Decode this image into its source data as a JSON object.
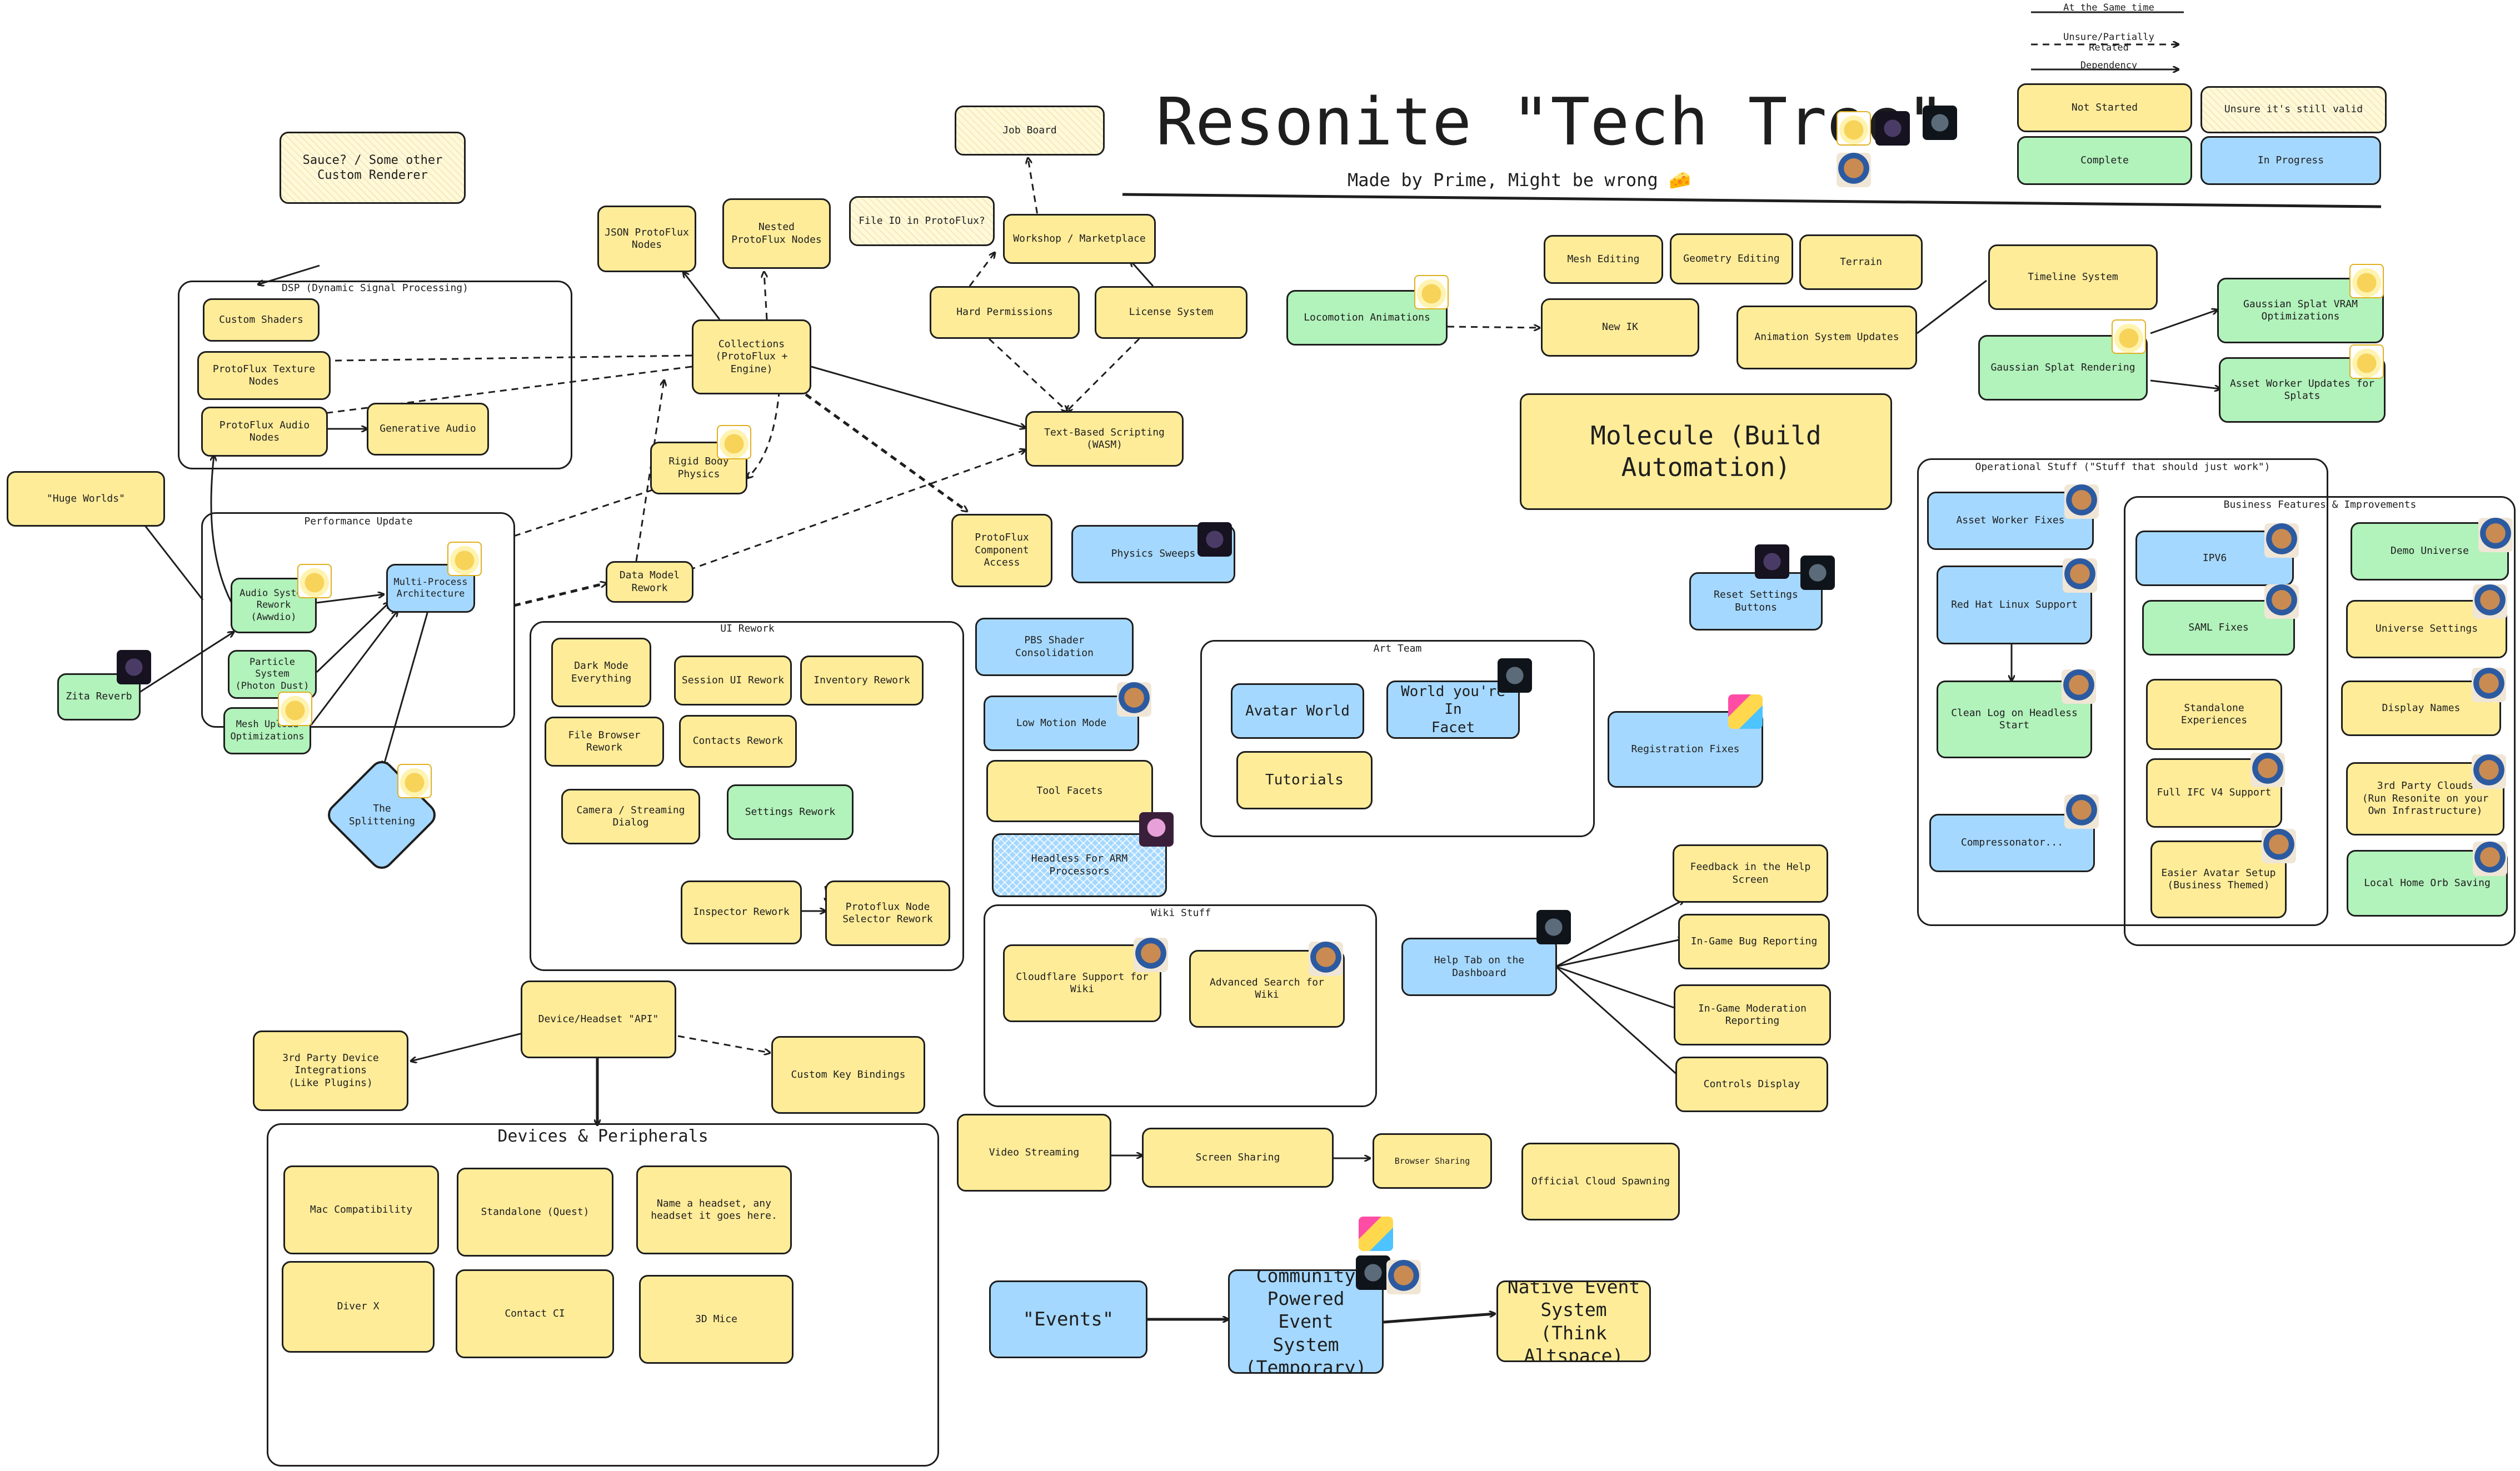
{
  "title": "Resonite \"Tech Tree\"",
  "subtitle": "Made by Prime, Might be wrong 🧀",
  "legend": {
    "same_time": "At the Same time",
    "unsure": "Unsure/Partially\nRelated",
    "dependency": "Dependency",
    "not_started": "Not Started",
    "unsure_valid": "Unsure it's still valid",
    "complete": "Complete",
    "in_progress": "In Progress"
  },
  "colors": {
    "not_started": "#ffec99",
    "complete": "#b2f2bb",
    "in_progress": "#a5d8ff",
    "unsure": "#fff9db",
    "stroke": "#1e1e1e"
  },
  "groups": {
    "dsp": "DSP (Dynamic Signal Processing)",
    "performance": "Performance Update",
    "ui_rework": "UI Rework",
    "art_team": "Art Team",
    "wiki": "Wiki Stuff",
    "devices": "Devices & Peripherals",
    "operational": "Operational Stuff (\"Stuff that should just work\")",
    "business": "Business Features & Improvements"
  },
  "nodes": {
    "sauce": "Sauce? / Some other\nCustom Renderer",
    "custom_shaders": "Custom Shaders",
    "pf_texture": "ProtoFlux Texture\nNodes",
    "pf_audio": "ProtoFlux Audio\nNodes",
    "gen_audio": "Generative Audio",
    "huge_worlds": "\"Huge Worlds\"",
    "audio_rework": "Audio System\nRework\n(Awwdio)",
    "multi_process": "Multi-Process\nArchitecture",
    "particle": "Particle\nSystem\n(Photon Dust)",
    "mesh_upload": "Mesh Upload\nOptimizations",
    "zita": "Zita Reverb",
    "splittening": "The\nSplittening",
    "json_pf": "JSON ProtoFlux\nNodes",
    "nested_pf": "Nested\nProtoFlux Nodes",
    "collections": "Collections\n(ProtoFlux + Engine)",
    "rigid_body": "Rigid Body\nPhysics",
    "data_model": "Data Model\nRework",
    "job_board": "Job Board",
    "file_io": "File IO in ProtoFlux?",
    "workshop": "Workshop / Marketplace",
    "hard_perms": "Hard Permissions",
    "license": "License System",
    "text_scripting": "Text-Based Scripting\n(WASM)",
    "pf_component": "ProtoFlux\nComponent\nAccess",
    "physics_sweeps": "Physics Sweeps",
    "locomotion": "Locomotion Animations",
    "mesh_edit": "Mesh Editing",
    "geometry_edit": "Geometry Editing",
    "terrain": "Terrain",
    "new_ik": "New IK",
    "anim_updates": "Animation System Updates",
    "timeline": "Timeline System",
    "gaussian_vram": "Gaussian Splat VRAM\nOptimizations",
    "gaussian_render": "Gaussian Splat Rendering",
    "asset_worker_splats": "Asset Worker Updates for\nSplats",
    "molecule": "Molecule (Build Automation)",
    "reset_settings": "Reset Settings\nButtons",
    "dark_mode": "Dark Mode\nEverything",
    "session_ui": "Session UI Rework",
    "inventory": "Inventory Rework",
    "file_browser": "File Browser Rework",
    "contacts": "Contacts Rework",
    "camera": "Camera / Streaming\nDialog",
    "settings_rework": "Settings Rework",
    "inspector": "Inspector Rework",
    "pf_selector": "Protoflux Node\nSelector Rework",
    "pbs": "PBS Shader Consolidation",
    "low_motion": "Low Motion Mode",
    "tool_facets": "Tool Facets",
    "headless_arm": "Headless For ARM Processors",
    "avatar_world": "Avatar World",
    "world_facet": "World you're In\nFacet",
    "tutorials": "Tutorials",
    "registration": "Registration Fixes",
    "cloudflare": "Cloudflare Support for Wiki",
    "adv_search": "Advanced Search for Wiki",
    "help_tab": "Help Tab on the Dashboard",
    "feedback_help": "Feedback in the Help Screen",
    "bug_report": "In-Game Bug Reporting",
    "moderation": "In-Game Moderation\nReporting",
    "controls_display": "Controls Display",
    "asset_worker_fixes": "Asset Worker Fixes",
    "red_hat": "Red Hat Linux Support",
    "clean_log": "Clean Log on Headless\nStart",
    "compressonator": "Compressonator...",
    "ipv6": "IPV6",
    "saml": "SAML Fixes",
    "standalone_exp": "Standalone Experiences",
    "ifc": "Full IFC V4 Support",
    "easier_avatar": "Easier Avatar Setup\n(Business Themed)",
    "demo_universe": "Demo Universe",
    "universe_settings": "Universe Settings",
    "display_names": "Display Names",
    "third_party_clouds": "3rd Party Clouds\n(Run Resonite on your\nOwn Infrastructure)",
    "local_home": "Local Home Orb Saving",
    "device_api": "Device/Headset \"API\"",
    "third_party_device": "3rd Party Device\nIntegrations\n(Like Plugins)",
    "custom_keys": "Custom Key Bindings",
    "mac": "Mac Compatibility",
    "standalone_quest": "Standalone (Quest)",
    "name_headset": "Name a headset, any\nheadset it goes here.",
    "diver_x": "Diver X",
    "contact_ci": "Contact CI",
    "mice_3d": "3D Mice",
    "video_streaming": "Video Streaming",
    "screen_sharing": "Screen Sharing",
    "browser_sharing": "Browser Sharing",
    "official_cloud": "Official Cloud Spawning",
    "events": "\"Events\"",
    "community_events": "Community\nPowered Event\nSystem\n(Temporary)",
    "native_events": "Native Event\nSystem (Think\nAltspace)"
  }
}
